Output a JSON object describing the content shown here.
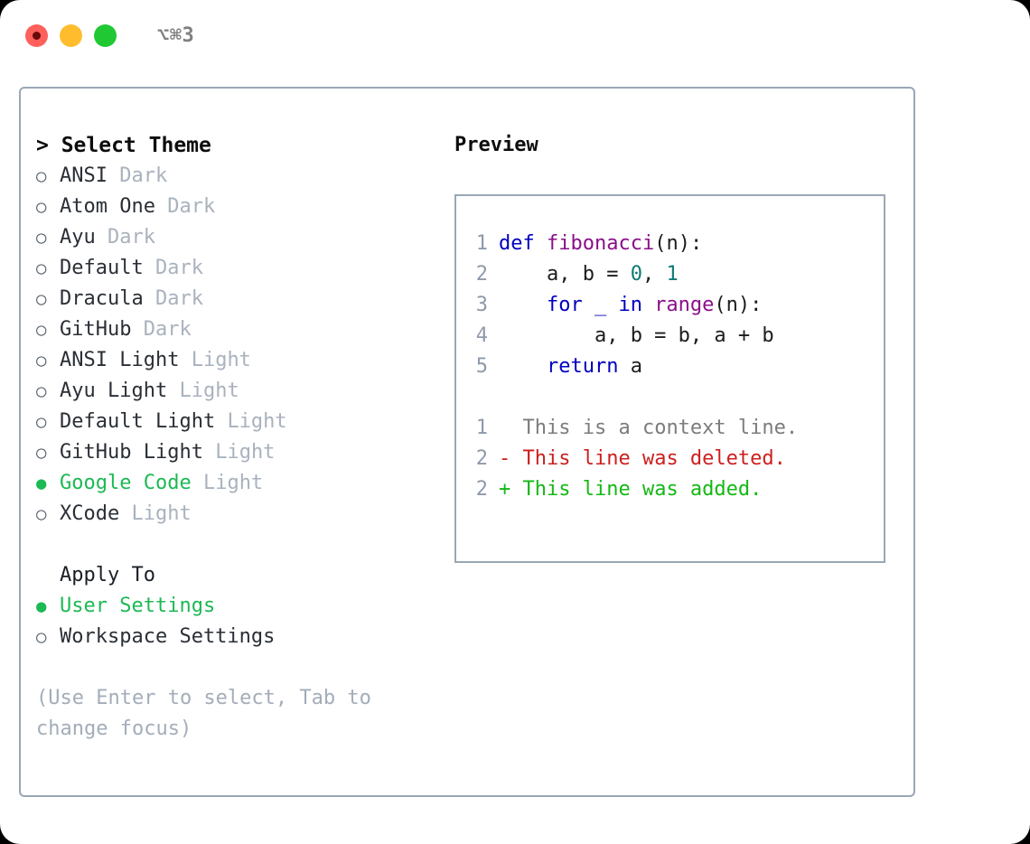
{
  "window": {
    "shortcut": "⌥⌘3",
    "traffic_lights": [
      {
        "name": "close",
        "color": "#FF605C"
      },
      {
        "name": "minimize",
        "color": "#FFBD2E"
      },
      {
        "name": "maximize",
        "color": "#20C933"
      }
    ]
  },
  "colors": {
    "accent_green": "#1DB954",
    "border": "#9AA7B6",
    "muted": "#A9B2BD",
    "hint": "#A3ADBA",
    "gutter": "#8E9AAA",
    "keyword": "#0000C0",
    "function": "#8A0F8A",
    "number": "#0C7A74",
    "diff_context": "#7C7C7C",
    "diff_deleted": "#CC1F1F",
    "diff_added": "#14B814"
  },
  "theme_list": {
    "header": "> Select Theme",
    "items": [
      {
        "marker": "○",
        "label": "ANSI",
        "tag": "Dark",
        "selected": false
      },
      {
        "marker": "○",
        "label": "Atom One",
        "tag": "Dark",
        "selected": false
      },
      {
        "marker": "○",
        "label": "Ayu",
        "tag": "Dark",
        "selected": false
      },
      {
        "marker": "○",
        "label": "Default",
        "tag": "Dark",
        "selected": false
      },
      {
        "marker": "○",
        "label": "Dracula",
        "tag": "Dark",
        "selected": false
      },
      {
        "marker": "○",
        "label": "GitHub",
        "tag": "Dark",
        "selected": false
      },
      {
        "marker": "○",
        "label": "ANSI Light",
        "tag": "Light",
        "selected": false
      },
      {
        "marker": "○",
        "label": "Ayu Light",
        "tag": "Light",
        "selected": false
      },
      {
        "marker": "○",
        "label": "Default Light",
        "tag": "Light",
        "selected": false
      },
      {
        "marker": "○",
        "label": "GitHub Light",
        "tag": "Light",
        "selected": false
      },
      {
        "marker": "●",
        "label": "Google Code",
        "tag": "Light",
        "selected": true
      },
      {
        "marker": "○",
        "label": "XCode",
        "tag": "Light",
        "selected": false
      }
    ]
  },
  "apply_to": {
    "header": "Apply To",
    "items": [
      {
        "marker": "●",
        "label": "User Settings",
        "selected": true
      },
      {
        "marker": "○",
        "label": "Workspace Settings",
        "selected": false
      }
    ]
  },
  "hint": "(Use Enter to select, Tab to change focus)",
  "preview": {
    "title": "Preview",
    "code_lines": [
      {
        "number": "1",
        "tokens": [
          {
            "text": "def ",
            "type": "kw"
          },
          {
            "text": "fibonacci",
            "type": "fn"
          },
          {
            "text": "(n):",
            "type": "punc"
          }
        ]
      },
      {
        "number": "2",
        "tokens": [
          {
            "text": "    a, b = ",
            "type": "id"
          },
          {
            "text": "0",
            "type": "num"
          },
          {
            "text": ", ",
            "type": "punc"
          },
          {
            "text": "1",
            "type": "num"
          }
        ]
      },
      {
        "number": "3",
        "tokens": [
          {
            "text": "    for _ in ",
            "type": "kw"
          },
          {
            "text": "range",
            "type": "fn"
          },
          {
            "text": "(n):",
            "type": "punc"
          }
        ]
      },
      {
        "number": "4",
        "tokens": [
          {
            "text": "        a, b = b, a + b",
            "type": "id"
          }
        ]
      },
      {
        "number": "5",
        "tokens": [
          {
            "text": "    return ",
            "type": "kw"
          },
          {
            "text": "a",
            "type": "id"
          }
        ]
      }
    ],
    "diff_lines": [
      {
        "number": "1",
        "sign": " ",
        "text": "This is a context line.",
        "kind": "ctx"
      },
      {
        "number": "2",
        "sign": "-",
        "text": "This line was deleted.",
        "kind": "del"
      },
      {
        "number": "2",
        "sign": "+",
        "text": "This line was added.",
        "kind": "add"
      }
    ]
  }
}
